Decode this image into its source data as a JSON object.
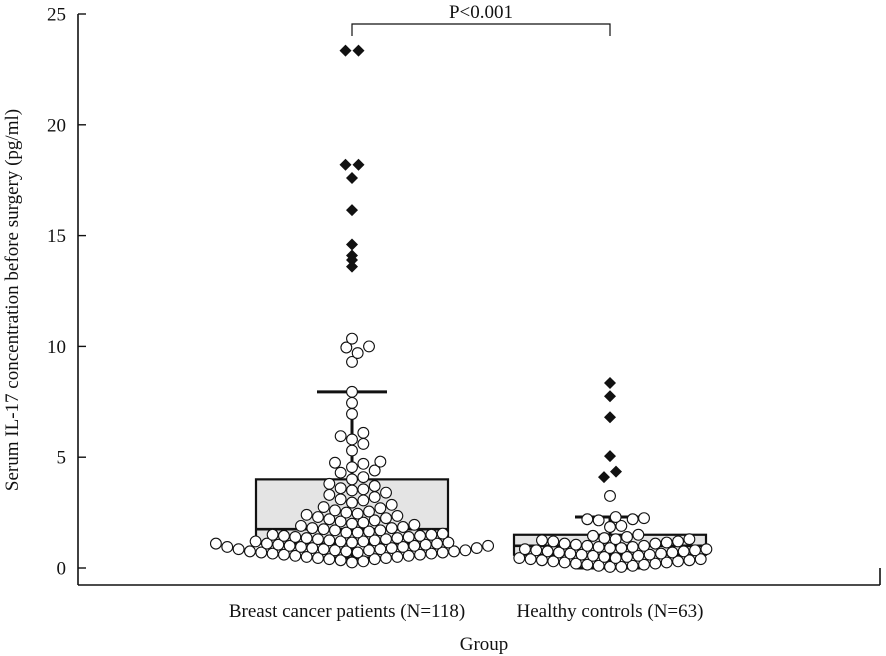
{
  "chart_data": {
    "type": "box",
    "title": "",
    "xlabel": "Group",
    "ylabel": "Serum IL-17 concentration before surgery (pg/ml)",
    "ylim": [
      0,
      25
    ],
    "yticks": [
      0,
      5,
      10,
      15,
      20,
      25
    ],
    "grid": false,
    "categories": [
      "Breast cancer patients (N=118)",
      "Healthy controls (N=63)"
    ],
    "boxes": [
      {
        "category": "Breast cancer patients (N=118)",
        "whisker_low": 0.45,
        "q1": 1.1,
        "median": 1.75,
        "q3": 4.0,
        "whisker_high": 7.95
      },
      {
        "category": "Healthy controls (N=63)",
        "whisker_low": 0.0,
        "q1": 0.6,
        "median": 1.0,
        "q3": 1.5,
        "whisker_high": 2.3
      }
    ],
    "outliers": [
      {
        "category": "Breast cancer patients (N=118)",
        "values": [
          23.35,
          23.35,
          18.2,
          18.2,
          17.6,
          16.15,
          14.6,
          14.1,
          13.9,
          13.6
        ]
      },
      {
        "category": "Healthy controls (N=63)",
        "values": [
          8.35,
          7.75,
          6.8,
          5.05,
          4.35,
          4.1
        ]
      }
    ],
    "points": [
      {
        "category": "Breast cancer patients (N=118)",
        "values": [
          10.35,
          10.0,
          9.95,
          9.7,
          9.3,
          7.95,
          7.45,
          6.95,
          6.1,
          5.95,
          5.8,
          5.6,
          5.3,
          4.8,
          4.75,
          4.7,
          4.55,
          4.4,
          4.3,
          4.1,
          4.0,
          3.8,
          3.7,
          3.6,
          3.55,
          3.5,
          3.4,
          3.3,
          3.2,
          3.1,
          3.05,
          2.95,
          2.85,
          2.75,
          2.7,
          2.6,
          2.55,
          2.5,
          2.45,
          2.4,
          2.35,
          2.3,
          2.25,
          2.2,
          2.15,
          2.1,
          2.05,
          2.0,
          1.95,
          1.9,
          1.85,
          1.8,
          1.8,
          1.75,
          1.7,
          1.7,
          1.65,
          1.6,
          1.6,
          1.55,
          1.5,
          1.5,
          1.45,
          1.45,
          1.4,
          1.4,
          1.35,
          1.35,
          1.3,
          1.3,
          1.25,
          1.25,
          1.2,
          1.2,
          1.2,
          1.15,
          1.15,
          1.1,
          1.1,
          1.1,
          1.05,
          1.05,
          1.0,
          1.0,
          1.0,
          0.95,
          0.95,
          0.95,
          0.9,
          0.9,
          0.9,
          0.85,
          0.85,
          0.85,
          0.8,
          0.8,
          0.8,
          0.75,
          0.75,
          0.75,
          0.7,
          0.7,
          0.7,
          0.65,
          0.65,
          0.6,
          0.6,
          0.55,
          0.55,
          0.5,
          0.5,
          0.45,
          0.45,
          0.4,
          0.4,
          0.35,
          0.3,
          0.25
        ]
      },
      {
        "category": "Healthy controls (N=63)",
        "values": [
          3.25,
          2.3,
          2.25,
          2.2,
          2.2,
          2.15,
          1.9,
          1.85,
          1.5,
          1.45,
          1.4,
          1.35,
          1.3,
          1.3,
          1.25,
          1.2,
          1.2,
          1.15,
          1.1,
          1.1,
          1.05,
          1.0,
          1.0,
          0.95,
          0.95,
          0.9,
          0.9,
          0.85,
          0.85,
          0.8,
          0.8,
          0.75,
          0.75,
          0.7,
          0.7,
          0.65,
          0.65,
          0.6,
          0.6,
          0.55,
          0.55,
          0.5,
          0.5,
          0.45,
          0.45,
          0.4,
          0.4,
          0.35,
          0.35,
          0.3,
          0.3,
          0.25,
          0.25,
          0.2,
          0.2,
          0.15,
          0.15,
          0.1,
          0.1,
          0.05,
          0.05
        ]
      }
    ],
    "annotations": [
      {
        "text": "P<0.001",
        "type": "significance-bracket",
        "between": [
          "Breast cancer patients (N=118)",
          "Healthy controls (N=63)"
        ]
      }
    ],
    "colors": {
      "box_fill": "#e4e4e4",
      "line": "#111111",
      "point_fill": "#ffffff",
      "outlier": "#111111"
    }
  }
}
